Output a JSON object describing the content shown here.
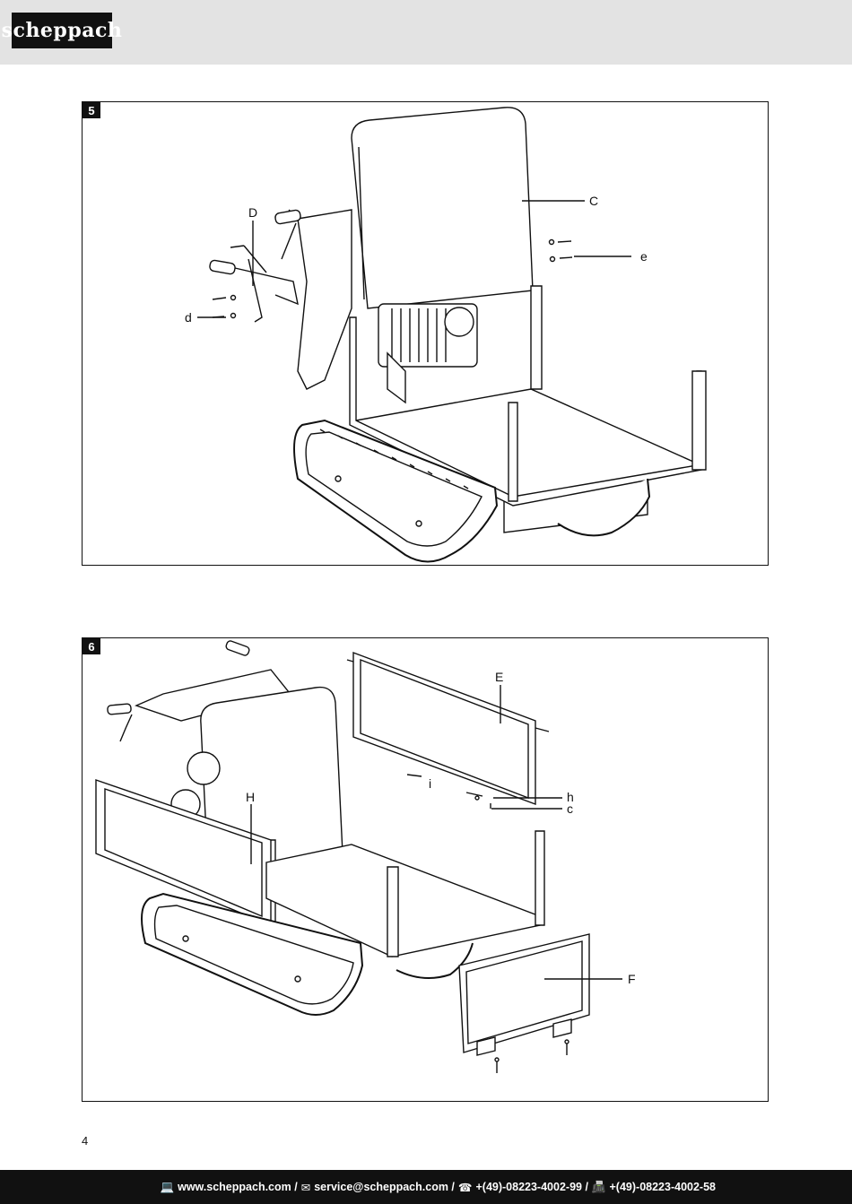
{
  "header": {
    "logo_text": "scheppach"
  },
  "figures": [
    {
      "number": "5",
      "labels": {
        "C": "C",
        "D": "D",
        "d": "d",
        "e": "e"
      }
    },
    {
      "number": "6",
      "labels": {
        "E": "E",
        "H": "H",
        "F": "F",
        "h": "h",
        "c": "c",
        "i": "i"
      }
    }
  ],
  "page_number": "4",
  "footer": {
    "website": "www.scheppach.com /",
    "email": "service@scheppach.com /",
    "phone": "+(49)-08223-4002-99 /",
    "fax": "+(49)-08223-4002-58",
    "icons": {
      "website": "computer-icon",
      "email": "mail-icon",
      "phone": "phone-icon",
      "fax": "fax-icon"
    }
  }
}
